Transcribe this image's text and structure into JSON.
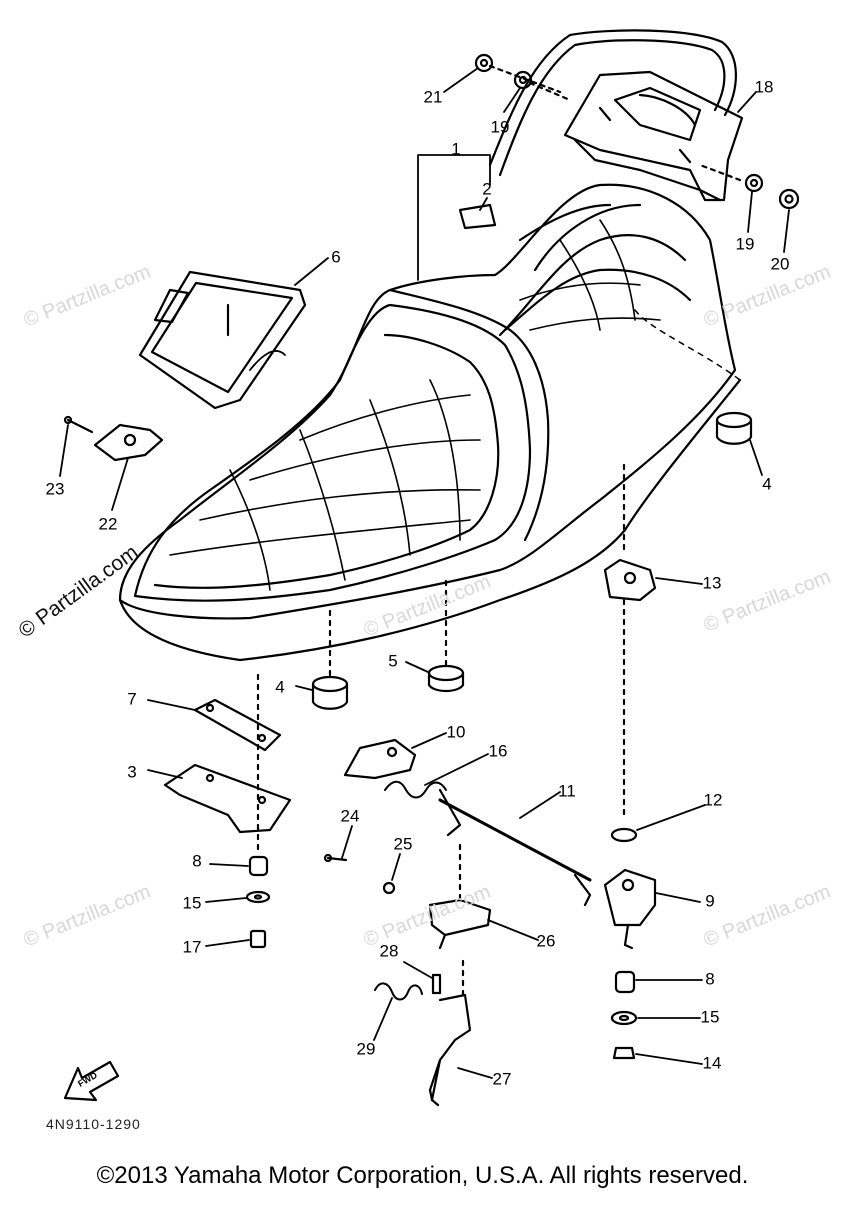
{
  "callouts": [
    "1",
    "2",
    "3",
    "4",
    "4",
    "5",
    "6",
    "7",
    "8",
    "8",
    "9",
    "10",
    "11",
    "12",
    "13",
    "14",
    "15",
    "15",
    "16",
    "17",
    "18",
    "19",
    "19",
    "20",
    "21",
    "22",
    "23",
    "24",
    "25",
    "26",
    "27",
    "28",
    "29"
  ],
  "fwd_label": "FWD",
  "diagram_ref": "4N9110-1290",
  "copyright": "©2013 Yamaha Motor Corporation, U.S.A. All rights reserved.",
  "watermark_main": "© Partzilla.com",
  "watermark_faint": "© Partzilla.com"
}
